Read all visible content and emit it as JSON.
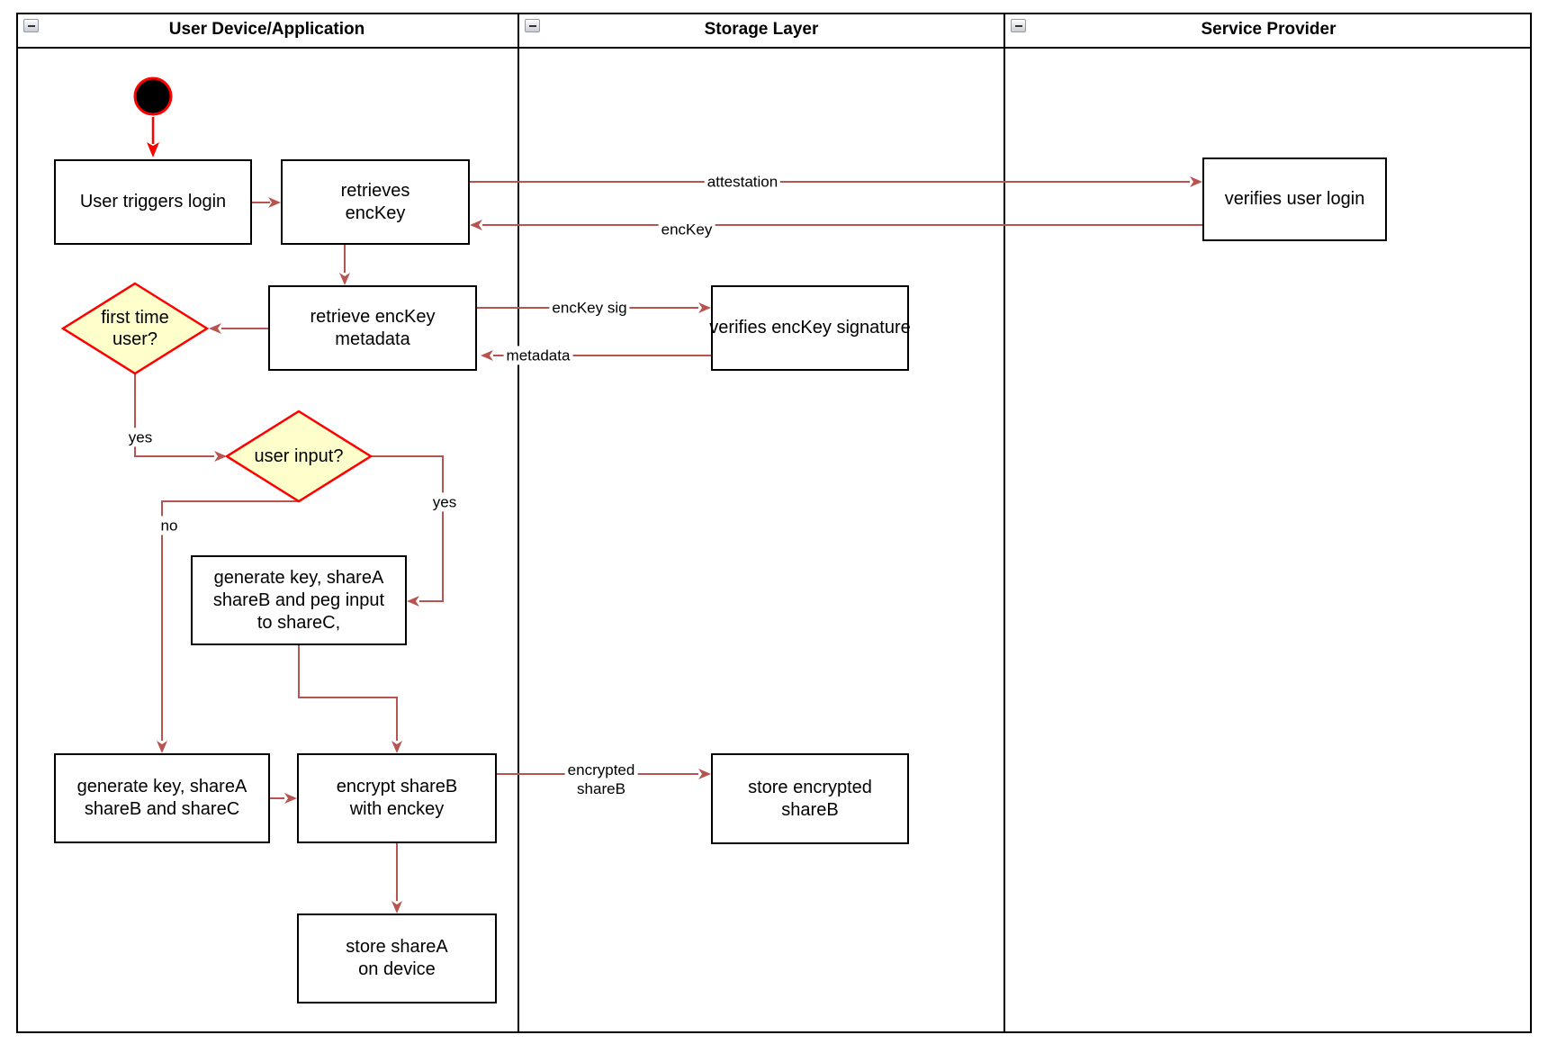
{
  "palette": {
    "flow_arrow": "#b85450",
    "start_accent": "#ff0000",
    "decision_fill": "#ffffcc",
    "decision_border": "#ff0000",
    "node_border": "#000000"
  },
  "lanes": [
    {
      "title": "User Device/Application"
    },
    {
      "title": "Storage Layer"
    },
    {
      "title": "Service Provider"
    }
  ],
  "nodes": {
    "user_triggers_login": {
      "label": "User triggers login"
    },
    "retrieves_enckey": {
      "label": "retrieves\nencKey"
    },
    "verifies_user_login": {
      "label": "verifies user login"
    },
    "retrieve_enckey_metadata": {
      "label": "retrieve encKey\nmetadata"
    },
    "verifies_enckey_signature": {
      "label": "verifies encKey signature"
    },
    "first_time_user": {
      "label": "first time\nuser?"
    },
    "user_input": {
      "label": "user input?"
    },
    "generate_key_peg": {
      "label": "generate key, shareA\nshareB and peg input\nto shareC,"
    },
    "generate_key_shares": {
      "label": "generate key, shareA\nshareB and shareC"
    },
    "encrypt_shareb": {
      "label": "encrypt shareB\nwith enckey"
    },
    "store_encrypted_shareb": {
      "label": "store encrypted\nshareB"
    },
    "store_sharea": {
      "label": "store shareA\non device"
    }
  },
  "edge_labels": {
    "attestation": "attestation",
    "enckey": "encKey",
    "enckey_sig": "encKey sig",
    "metadata": "metadata",
    "encrypted_shareb": "encrypted\nshareB",
    "first_time_yes": "yes",
    "user_input_yes": "yes",
    "user_input_no": "no"
  }
}
